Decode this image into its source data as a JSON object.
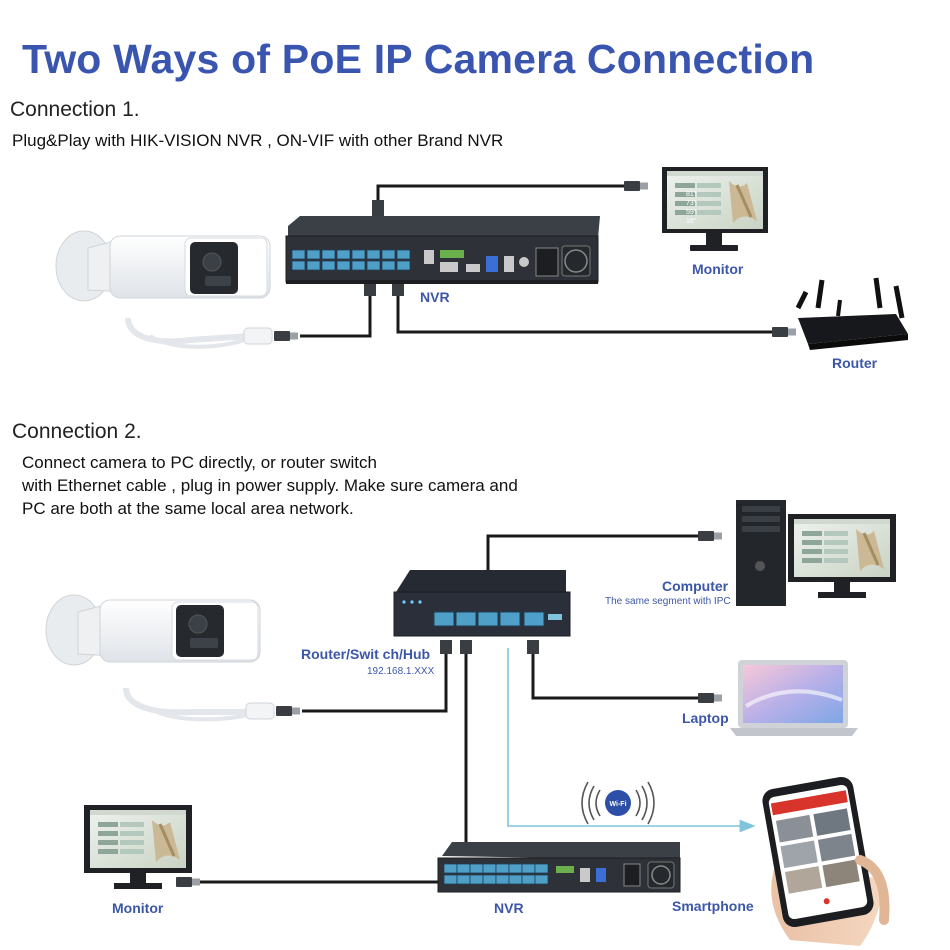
{
  "title": "Two Ways of PoE IP Camera Connection",
  "connection1": {
    "heading": "Connection 1.",
    "description": "Plug&Play with HIK-VISION NVR , ON-VIF with other Brand NVR",
    "nvr_label": "NVR",
    "monitor_label": "Monitor",
    "router_label": "Router"
  },
  "connection2": {
    "heading": "Connection 2.",
    "description_lines": [
      "Connect camera to PC directly, or router switch",
      "with Ethernet cable , plug in power supply. Make sure camera and",
      "PC are both at the same local area network."
    ],
    "switch_label": "Router/Swit ch/Hub",
    "switch_ip": "192.168.1.XXX",
    "computer_label": "Computer",
    "computer_note": "The same segment with IPC",
    "laptop_label": "Laptop",
    "monitor_label": "Monitor",
    "nvr_label": "NVR",
    "smartphone_label": "Smartphone",
    "wifi_badge": "Wi-Fi"
  },
  "monitor_readings": [
    "81°",
    "73°",
    "59°",
    "16°"
  ],
  "colors": {
    "title": "#3a55b0",
    "label": "#3d57a8",
    "device_dark": "#2e3138",
    "port_blue": "#4fa0c8",
    "wifi_line": "#7fc4dc"
  }
}
